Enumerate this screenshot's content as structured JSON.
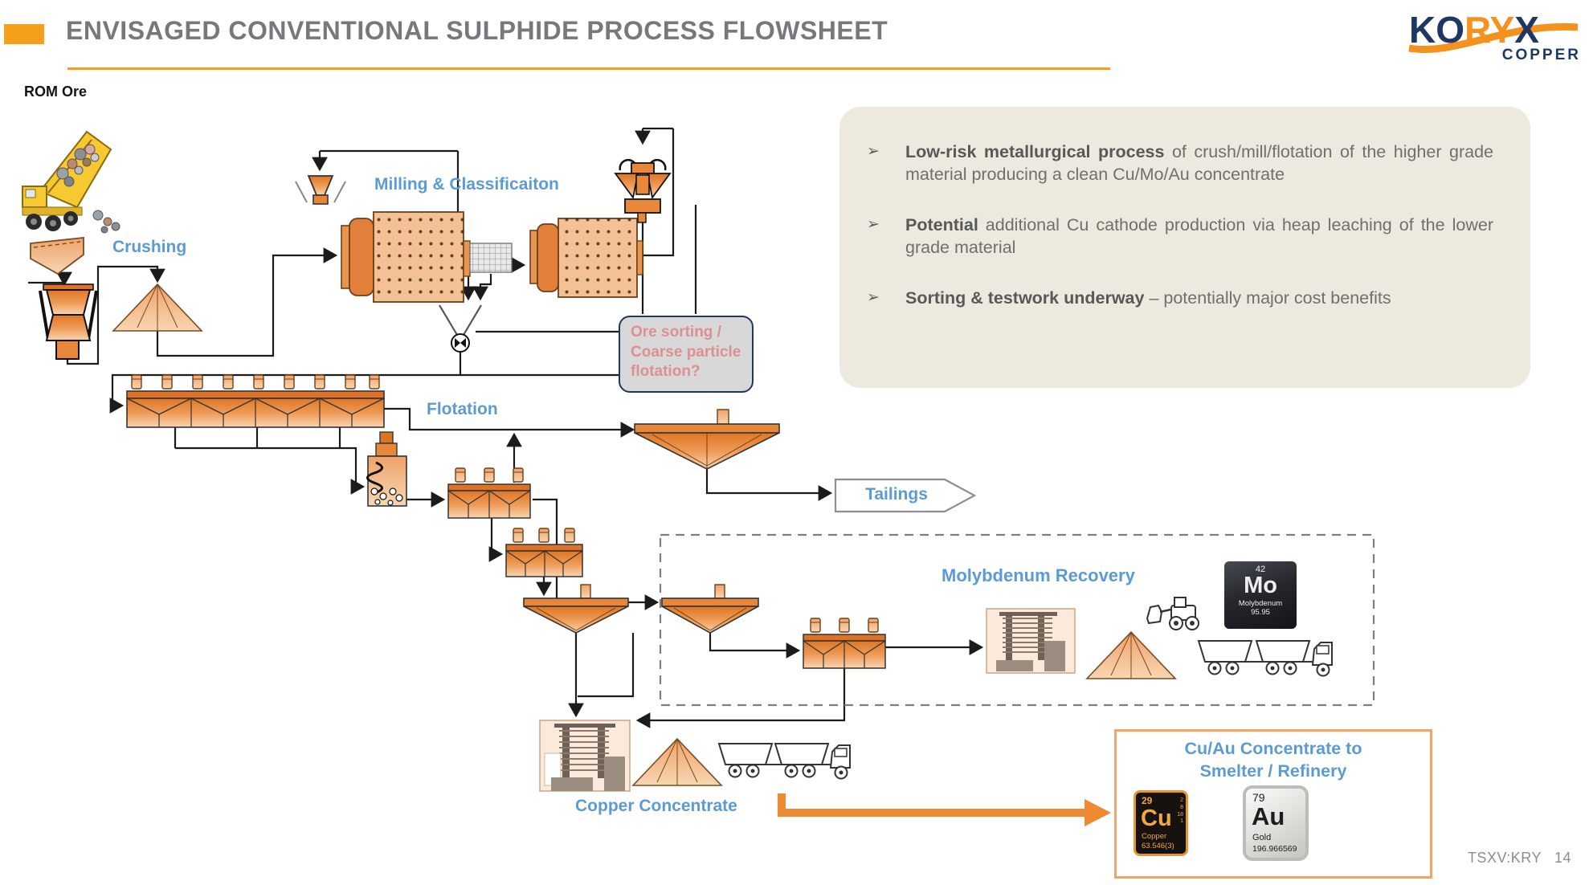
{
  "header": {
    "title": "ENVISAGED CONVENTIONAL SULPHIDE PROCESS FLOWSHEET",
    "accent_color": "#F5A01B",
    "title_color": "#77787B"
  },
  "logo": {
    "letters": [
      {
        "ch": "K"
      },
      {
        "ch": "O"
      },
      {
        "ch": "R"
      },
      {
        "ch": "Y"
      },
      {
        "ch": "X"
      }
    ],
    "sub": "COPPER",
    "navy": "#1E3765",
    "orange": "#F5921E"
  },
  "bullets": {
    "marker": "➢",
    "bg": "#ECE9DF",
    "items": [
      {
        "bold": "Low-risk metallurgical process",
        "rest": " of crush/mill/flotation of the higher grade material producing a clean Cu/Mo/Au concentrate"
      },
      {
        "bold": "Potential",
        "rest": " additional Cu cathode production via heap leaching of the lower grade material"
      },
      {
        "bold": "Sorting & testwork underway",
        "rest": " – potentially major cost benefits"
      }
    ]
  },
  "labels": {
    "rom_ore": "ROM Ore",
    "crushing": "Crushing",
    "milling": "Milling & Classificaiton",
    "flotation": "Flotation",
    "tailings": "Tailings",
    "moly_recovery": "Molybdenum Recovery",
    "copper_concentrate": "Copper Concentrate",
    "label_color": "#5B9BD5"
  },
  "ore_sorting_box": {
    "lines": [
      "Ore sorting /",
      "Coarse particle",
      "flotation?"
    ],
    "text_color": "#DE8F93",
    "bg": "#D8D8D8"
  },
  "cuau_box": {
    "title_line1": "Cu/Au Concentrate to",
    "title_line2": "Smelter / Refinery",
    "border_color": "#F2A46B"
  },
  "elements": {
    "mo": {
      "number": "42",
      "symbol": "Mo",
      "name": "Molybdenum",
      "mass": "95.95"
    },
    "cu": {
      "number": "29",
      "symbol": "Cu",
      "name": "Copper",
      "mass": "63.546(3)",
      "shells": [
        "2",
        "8",
        "18",
        "1"
      ]
    },
    "au": {
      "number": "79",
      "symbol": "Au",
      "name": "Gold",
      "mass": "196.966569"
    }
  },
  "footer": {
    "ticker": "TSXV:KRY",
    "page": "14"
  }
}
